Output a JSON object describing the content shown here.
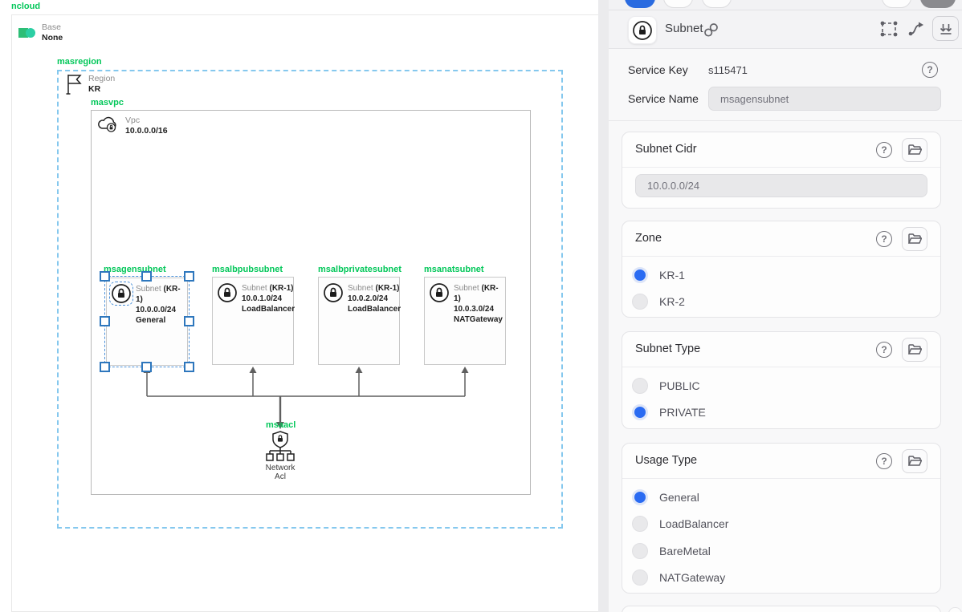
{
  "app": {
    "logo": "ncloud"
  },
  "canvas": {
    "base_node": {
      "title": "Base",
      "value": "None"
    },
    "region": {
      "tag": "masregion",
      "title": "Region",
      "value": "KR"
    },
    "vpc": {
      "tag": "masvpc",
      "title": "Vpc",
      "value": "10.0.0.0/16"
    },
    "subnets": [
      {
        "tag": "msagensubnet",
        "title": "Subnet",
        "zone": "(KR-1)",
        "cidr": "10.0.0.0/24",
        "usage": "General",
        "selected": true
      },
      {
        "tag": "msalbpubsubnet",
        "title": "Subnet",
        "zone": "(KR-1)",
        "cidr": "10.0.1.0/24",
        "usage": "LoadBalancer",
        "selected": false
      },
      {
        "tag": "msalbprivatesubnet",
        "title": "Subnet",
        "zone": "(KR-1)",
        "cidr": "10.0.2.0/24",
        "usage": "LoadBalancer",
        "selected": false
      },
      {
        "tag": "msanatsubnet",
        "title": "Subnet",
        "zone": "(KR-1)",
        "cidr": "10.0.3.0/24",
        "usage": "NATGateway",
        "selected": false
      }
    ],
    "acl": {
      "tag": "msaacl",
      "label": "Network Acl"
    }
  },
  "panel": {
    "header": {
      "title": "Subnet"
    },
    "service_key": {
      "label": "Service Key",
      "value": "s115471"
    },
    "service_name": {
      "label": "Service Name",
      "value": "msagensubnet"
    },
    "sections": [
      {
        "title": "Subnet Cidr",
        "type": "input",
        "value": "10.0.0.0/24"
      },
      {
        "title": "Zone",
        "type": "radio",
        "options": [
          {
            "label": "KR-1",
            "selected": true
          },
          {
            "label": "KR-2",
            "selected": false
          }
        ]
      },
      {
        "title": "Subnet Type",
        "type": "radio",
        "options": [
          {
            "label": "PUBLIC",
            "selected": false
          },
          {
            "label": "PRIVATE",
            "selected": true
          }
        ]
      },
      {
        "title": "Usage Type",
        "type": "radio",
        "options": [
          {
            "label": "General",
            "selected": true
          },
          {
            "label": "LoadBalancer",
            "selected": false
          },
          {
            "label": "BareMetal",
            "selected": false
          },
          {
            "label": "NATGateway",
            "selected": false
          }
        ]
      }
    ]
  },
  "icons": {
    "lock": "lock-in-circle",
    "link": "chain-link",
    "marquee": "marquee-select",
    "connector": "connector-tool",
    "collapse": "double-down-arrows",
    "help": "question-circle",
    "folder": "open-folder",
    "flag": "region-flag",
    "cloud": "vpc-cloud-lock",
    "acl": "shield-lock-tree"
  },
  "colors": {
    "brand_green": "#03c75a",
    "region_dash": "#85c8ee",
    "selection_blue": "#2e77bd",
    "radio_blue": "#2a6bf2",
    "edge_gray": "#5f5f5f",
    "primary_button": "#2a6be0"
  }
}
